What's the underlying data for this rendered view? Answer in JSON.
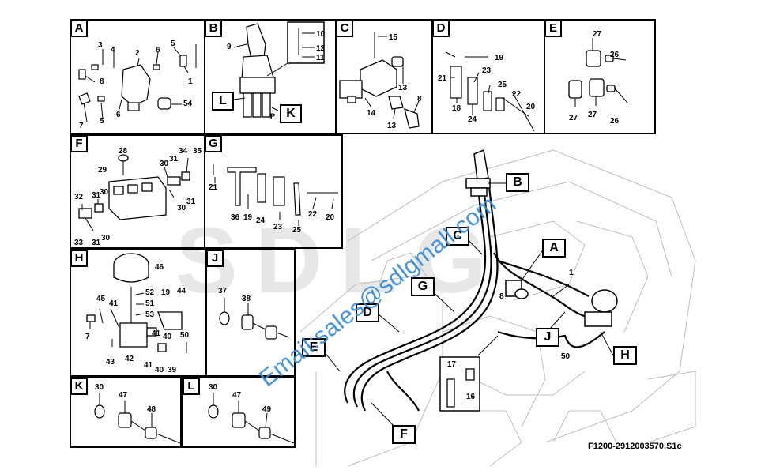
{
  "watermark_logo": "SDLG",
  "watermark_email": "Email:sales@sdlgmall.com",
  "figure_ref": "F1200-2912003570.S1c",
  "panels": {
    "A": {
      "letter": "A",
      "labels": [
        "3",
        "4",
        "2",
        "6",
        "5",
        "1",
        "8",
        "7",
        "5",
        "6",
        "54"
      ]
    },
    "B": {
      "letter": "B",
      "labels": [
        "9",
        "10",
        "12",
        "11",
        "L",
        "K",
        "P"
      ]
    },
    "C": {
      "letter": "C",
      "labels": [
        "15",
        "13",
        "14",
        "13",
        "8"
      ]
    },
    "D": {
      "letter": "D",
      "labels": [
        "19",
        "21",
        "23",
        "18",
        "24",
        "25",
        "22",
        "20"
      ]
    },
    "E": {
      "letter": "E",
      "labels": [
        "27",
        "26",
        "27",
        "27",
        "26"
      ]
    },
    "F": {
      "letter": "F",
      "labels": [
        "28",
        "29",
        "30",
        "31",
        "34",
        "35",
        "32",
        "31",
        "30",
        "31",
        "30",
        "33",
        "31",
        "30"
      ]
    },
    "G": {
      "letter": "G",
      "labels": [
        "21",
        "36",
        "19",
        "24",
        "23",
        "25",
        "22",
        "20"
      ]
    },
    "H": {
      "letter": "H",
      "labels": [
        "46",
        "52",
        "51",
        "53",
        "19",
        "44",
        "45",
        "41",
        "7",
        "40",
        "41",
        "50",
        "43",
        "42",
        "41",
        "40",
        "39"
      ]
    },
    "J": {
      "letter": "J",
      "labels": [
        "37",
        "38"
      ]
    },
    "K": {
      "letter": "K",
      "labels": [
        "30",
        "47",
        "48"
      ]
    },
    "L": {
      "letter": "L",
      "labels": [
        "30",
        "47",
        "49"
      ]
    }
  },
  "overview": {
    "callouts": [
      "B",
      "C",
      "A",
      "G",
      "D",
      "J",
      "H",
      "E",
      "F"
    ],
    "labels": [
      "1",
      "8",
      "50",
      "17",
      "16"
    ]
  }
}
